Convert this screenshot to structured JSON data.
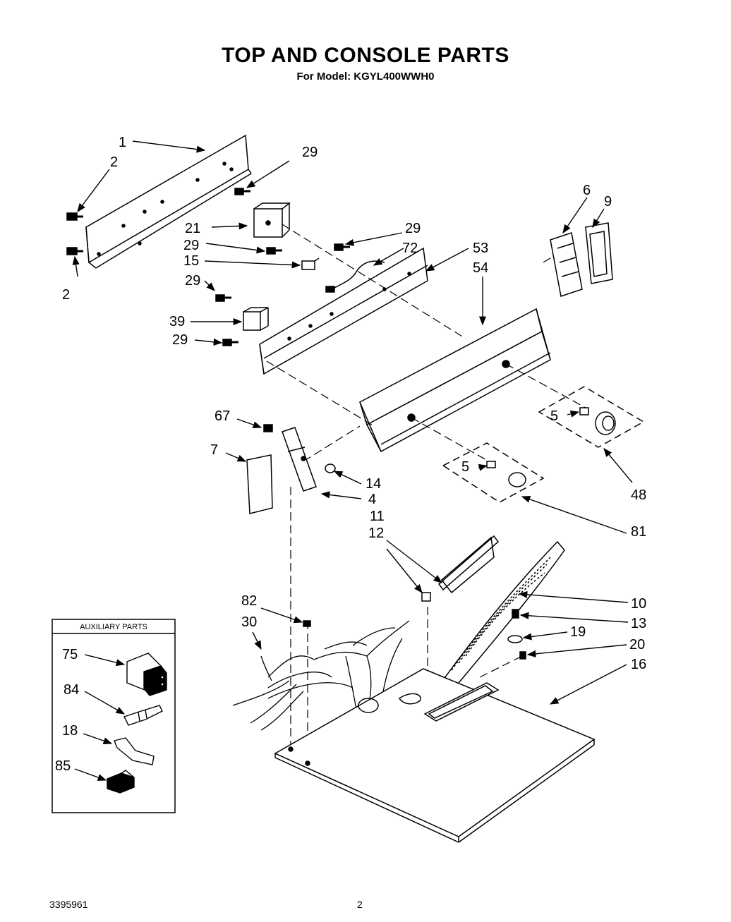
{
  "header": {
    "title": "TOP AND CONSOLE PARTS",
    "subtitle": "For Model: KGYL400WWH0"
  },
  "callouts": {
    "c1": "1",
    "c2a": "2",
    "c2b": "2",
    "c29a": "29",
    "c21": "21",
    "c29b": "29",
    "c15": "15",
    "c29c": "29",
    "c39": "39",
    "c29d": "29",
    "c29e": "29",
    "c72": "72",
    "c53": "53",
    "c54": "54",
    "c6": "6",
    "c9": "9",
    "c5a": "5",
    "c48": "48",
    "c67": "67",
    "c7": "7",
    "c14": "14",
    "c4": "4",
    "c5b": "5",
    "c81": "81",
    "c11": "11",
    "c12": "12",
    "c10": "10",
    "c13": "13",
    "c19": "19",
    "c20": "20",
    "c16": "16",
    "c82": "82",
    "c30": "30"
  },
  "auxiliary": {
    "title": "AUXILIARY PARTS",
    "items": [
      "75",
      "84",
      "18",
      "85"
    ]
  },
  "footer": {
    "doc_number": "3395961",
    "page_number": "2"
  }
}
